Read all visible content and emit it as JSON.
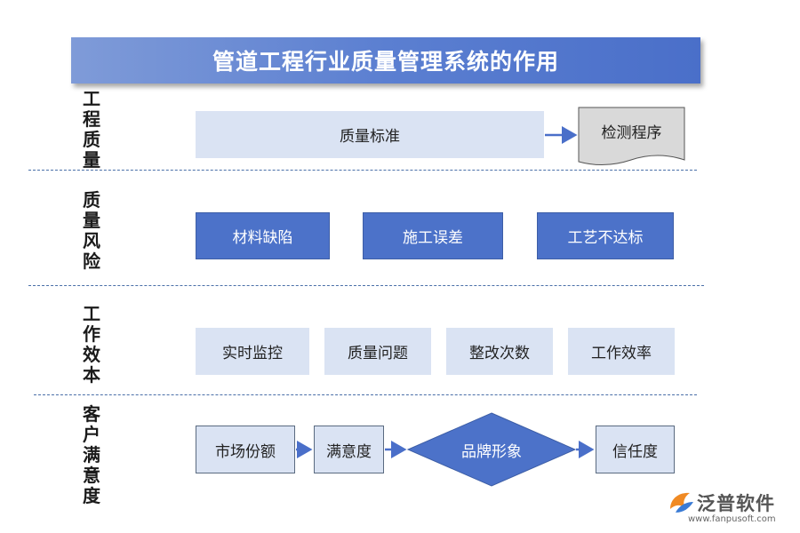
{
  "title": "管道工程行业质量管理系统的作用",
  "rows": [
    {
      "label": [
        "工",
        "程",
        "质",
        "量"
      ]
    },
    {
      "label": [
        "质",
        "量",
        "风",
        "险"
      ]
    },
    {
      "label": [
        "工",
        "作",
        "效",
        "本"
      ]
    },
    {
      "label": [
        "客",
        "户",
        "满",
        "意",
        "度"
      ]
    }
  ],
  "quality": {
    "standard": "质量标准",
    "test": "检测程序"
  },
  "risk": {
    "items": [
      "材料缺陷",
      "施工误差",
      "工艺不达标"
    ]
  },
  "efficiency": {
    "items": [
      "实时监控",
      "质量问题",
      "整改次数",
      "工作效率"
    ]
  },
  "satisfaction": {
    "items": [
      "市场份额",
      "满意度",
      "品牌形象",
      "信任度"
    ]
  },
  "logo": {
    "name": "泛普软件",
    "url": "www.fanpusoft.com"
  },
  "colors": {
    "banner": "#5b7fd1",
    "dark_box": "#4c72c9",
    "light_box": "#dae3f3",
    "arrow": "#4a6fc9"
  }
}
